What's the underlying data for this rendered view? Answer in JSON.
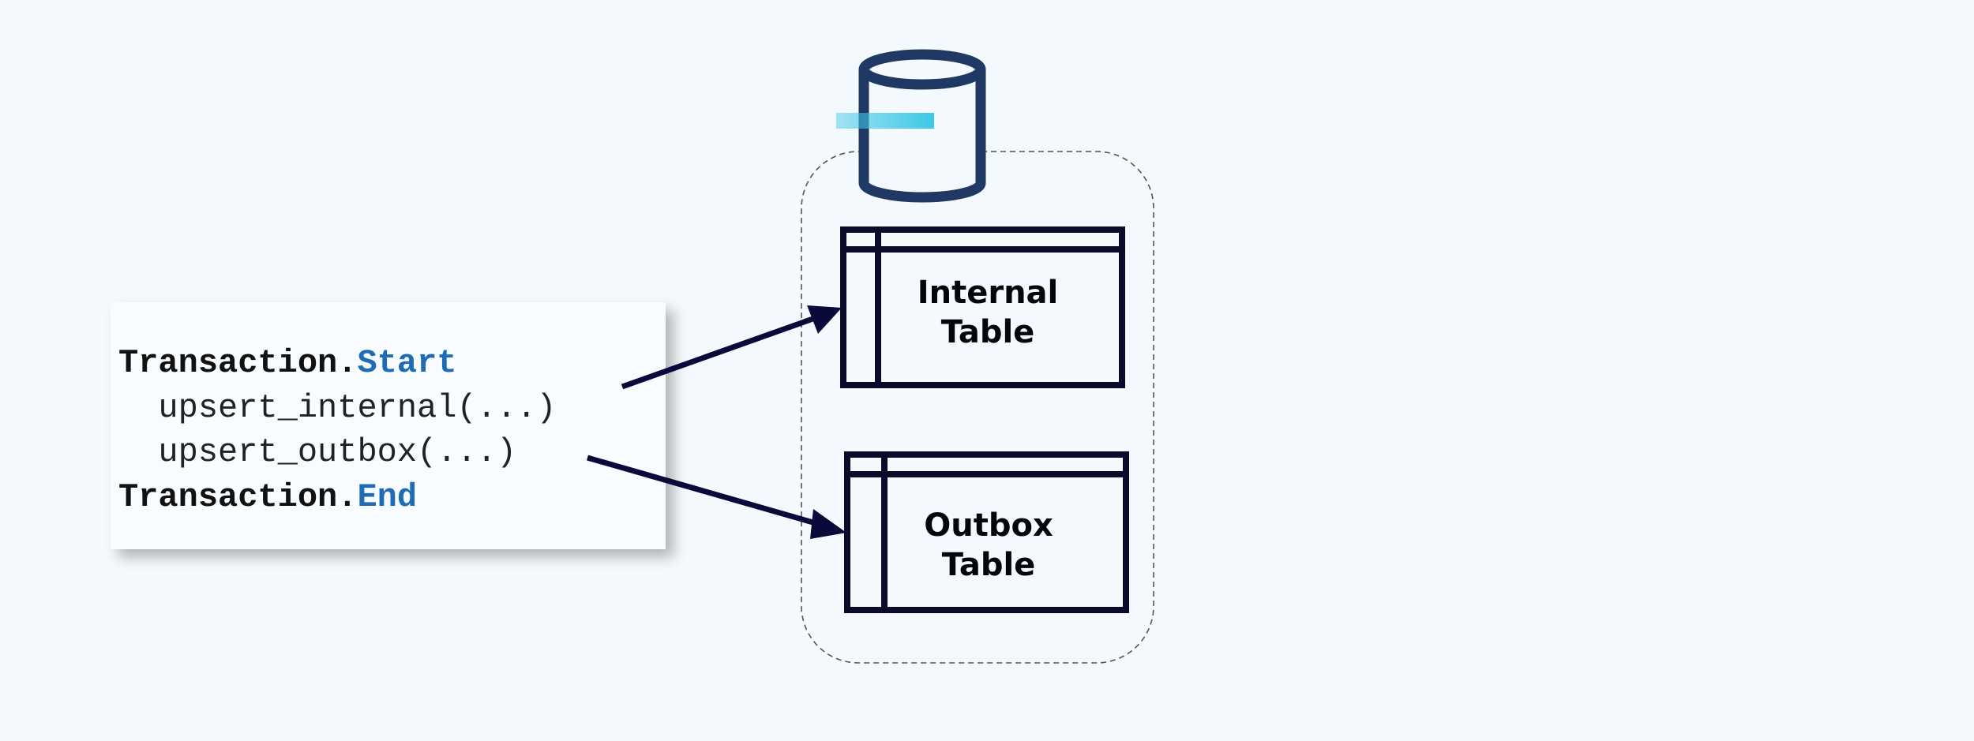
{
  "code": {
    "line1": {
      "keyword": "Transaction.",
      "accent": "Start"
    },
    "line2": "  upsert_internal(...)",
    "line3": "  upsert_outbox(...)",
    "line4": {
      "keyword": "Transaction.",
      "accent": "End"
    }
  },
  "tables": {
    "internal": {
      "line1": "Internal",
      "line2": "Table"
    },
    "outbox": {
      "line1": "Outbox",
      "line2": "Table"
    }
  },
  "icons": {
    "database": "database-cylinder-icon"
  },
  "colors": {
    "background": "#f3f9fc",
    "accent": "#1e6cb5",
    "database_stroke": "#1f3864",
    "table_stroke": "#0a0a2a",
    "arrow": "#0a0a3a",
    "highlight": "#3cc8e6"
  }
}
